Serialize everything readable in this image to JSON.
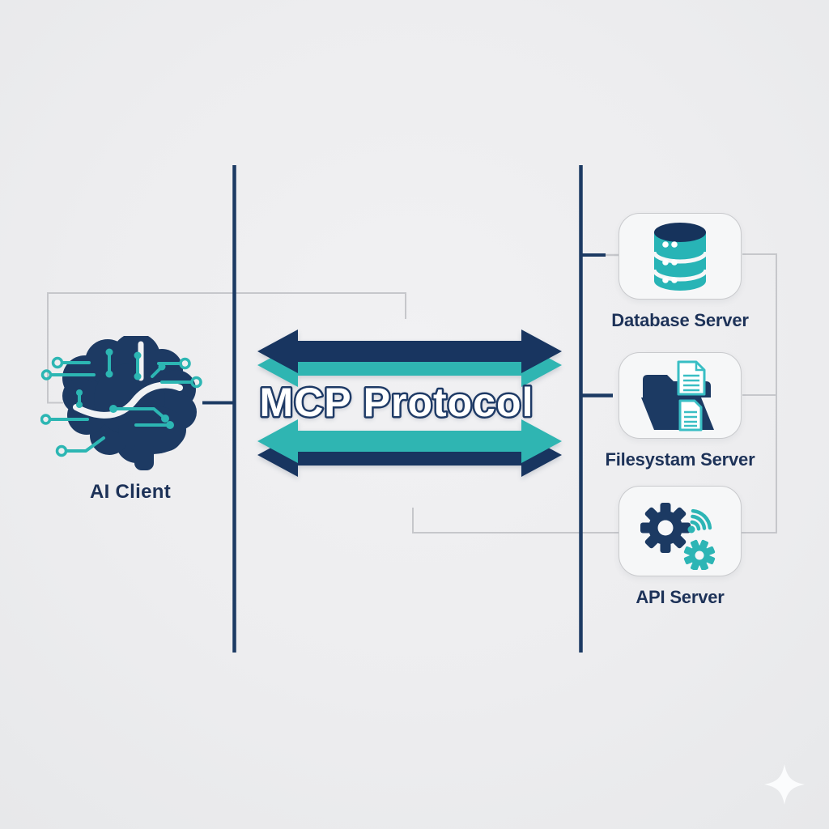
{
  "diagram": {
    "title": "MCP Protocol",
    "client": {
      "label": "AI Client",
      "icon": "brain-circuit-icon"
    },
    "protocol": {
      "label": "MCP Protocol",
      "direction": "bidirectional"
    },
    "servers": [
      {
        "id": "database",
        "label": "Database Server",
        "icon": "database-icon"
      },
      {
        "id": "filesystem",
        "label": "Filesystam Server",
        "icon": "folder-documents-icon"
      },
      {
        "id": "api",
        "label": "API Server",
        "icon": "gears-signal-icon"
      }
    ],
    "connections": [
      {
        "from": "AI Client",
        "to": "MCP Protocol"
      },
      {
        "from": "MCP Protocol",
        "to": "Database Server"
      },
      {
        "from": "MCP Protocol",
        "to": "Filesystam Server"
      },
      {
        "from": "MCP Protocol",
        "to": "API Server"
      }
    ],
    "decorations": [
      {
        "name": "sparkle",
        "position": "bottom-right"
      }
    ],
    "colors": {
      "navy": "#1c3a63",
      "navy_dark": "#183560",
      "teal": "#2fb5b2",
      "label_navy": "#1d3258",
      "connector_gray": "#c6c7cb",
      "background": "#ededef",
      "box_fill": "#f6f7f8",
      "box_border": "#c9cacd",
      "protocol_text_fill": "#ffffff",
      "protocol_text_outline": "#1e3a66"
    }
  }
}
